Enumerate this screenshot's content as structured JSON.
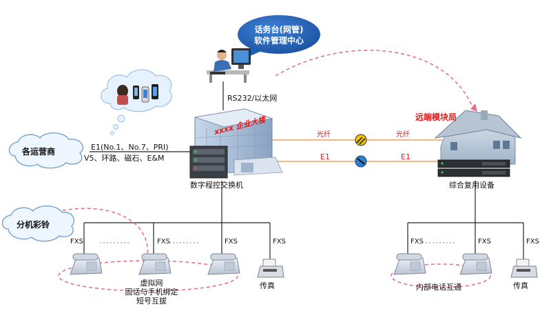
{
  "bubble": {
    "line1": "话务台(网管)",
    "line2": "软件管理中心"
  },
  "rs232_label": "RS232/以太网",
  "building_sign": "xxxx 企业大楼",
  "operator_cloud": "各运营商",
  "trunk_line1": "E1(No.1、No.7、PRI)",
  "trunk_line2": "V5、环路、磁石、E&M",
  "pbx_label": "数字程控交换机",
  "remote_label": "远端模块局",
  "link_fiber_left": "光纤",
  "link_fiber_right": "光纤",
  "link_e1_left": "E1",
  "link_e1_right": "E1",
  "mux_label": "综合复用设备",
  "ringtone_cloud": "分机彩铃",
  "fxs_labels": [
    "FXS",
    "FXS",
    "FXS",
    "FXS",
    "FXS",
    "FXS",
    "FXS"
  ],
  "virtual_net": {
    "line1": "虚拟网",
    "line2": "固话与手机绑定",
    "line3": "短号互拔"
  },
  "fax_label_left": "传真",
  "fax_label_right": "传真",
  "intercom_label": "内部电话互通",
  "colors": {
    "accent_red": "#e01b1b",
    "bubble_blue": "#1f5fb5",
    "fiber_orange": "#f0a25a",
    "dash_pink": "#e6708a"
  },
  "icons": [
    "operator-workstation-icon",
    "mobile-phones-icon",
    "office-building-icon",
    "pbx-rack-icon",
    "remote-house-icon",
    "mux-device-icon",
    "desk-phone-icon",
    "fax-machine-icon",
    "cloud-icon"
  ]
}
